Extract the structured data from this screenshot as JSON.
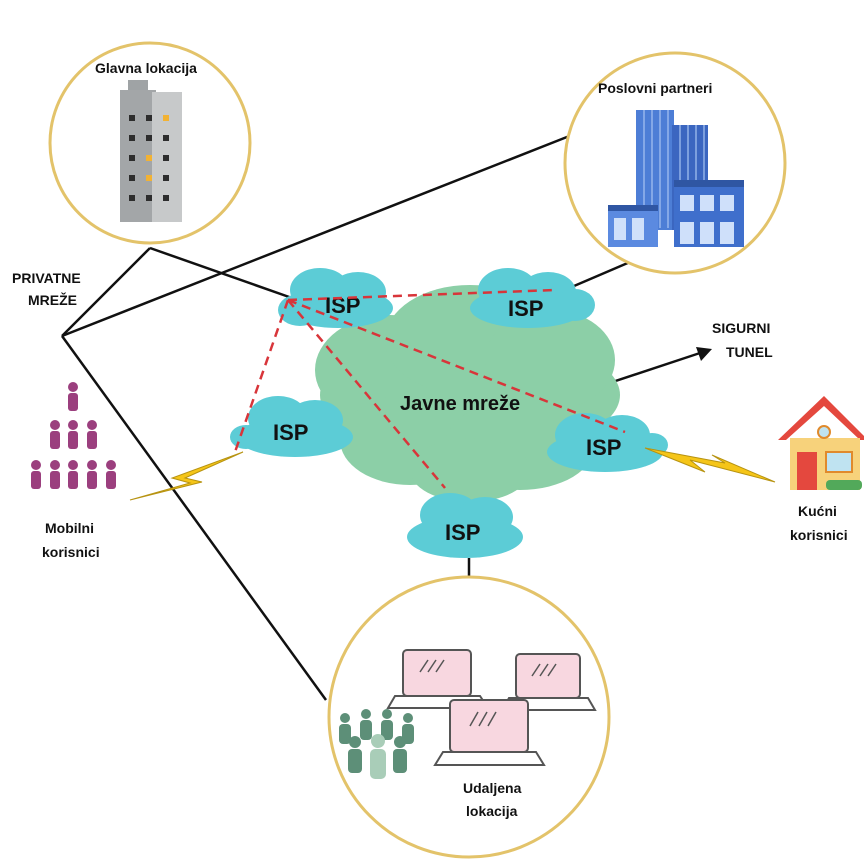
{
  "colors": {
    "ring": "#e3c36a",
    "cloud_public": "#8ccfa7",
    "cloud_isp": "#5cccd6",
    "tunnel": "#d8353a",
    "line": "#111111",
    "lightning": "#f5c518",
    "people_mobile": "#9b3f7e",
    "people_remote": "#5d8f78",
    "laptop_screen": "#f8d7e0",
    "house_roof": "#e4483e",
    "house_wall": "#f7d27b"
  },
  "labels": {
    "main_location": "Glavna lokacija",
    "business_partners": "Poslovni partneri",
    "private_networks_line1": "PRIVATNE",
    "private_networks_line2": "MREŽE",
    "secure_tunnel_line1": "SIGURNI",
    "secure_tunnel_line2": "TUNEL",
    "public_networks": "Javne mreže",
    "mobile_users_line1": "Mobilni",
    "mobile_users_line2": "korisnici",
    "home_users_line1": "Kućni",
    "home_users_line2": "korisnici",
    "remote_location_line1": "Udaljena",
    "remote_location_line2": "lokacija",
    "isp": "ISP"
  },
  "icons": [
    "office-building-icon",
    "skyscraper-icon",
    "people-group-icon",
    "house-icon",
    "laptop-icon",
    "lightning-icon",
    "cloud-icon"
  ]
}
